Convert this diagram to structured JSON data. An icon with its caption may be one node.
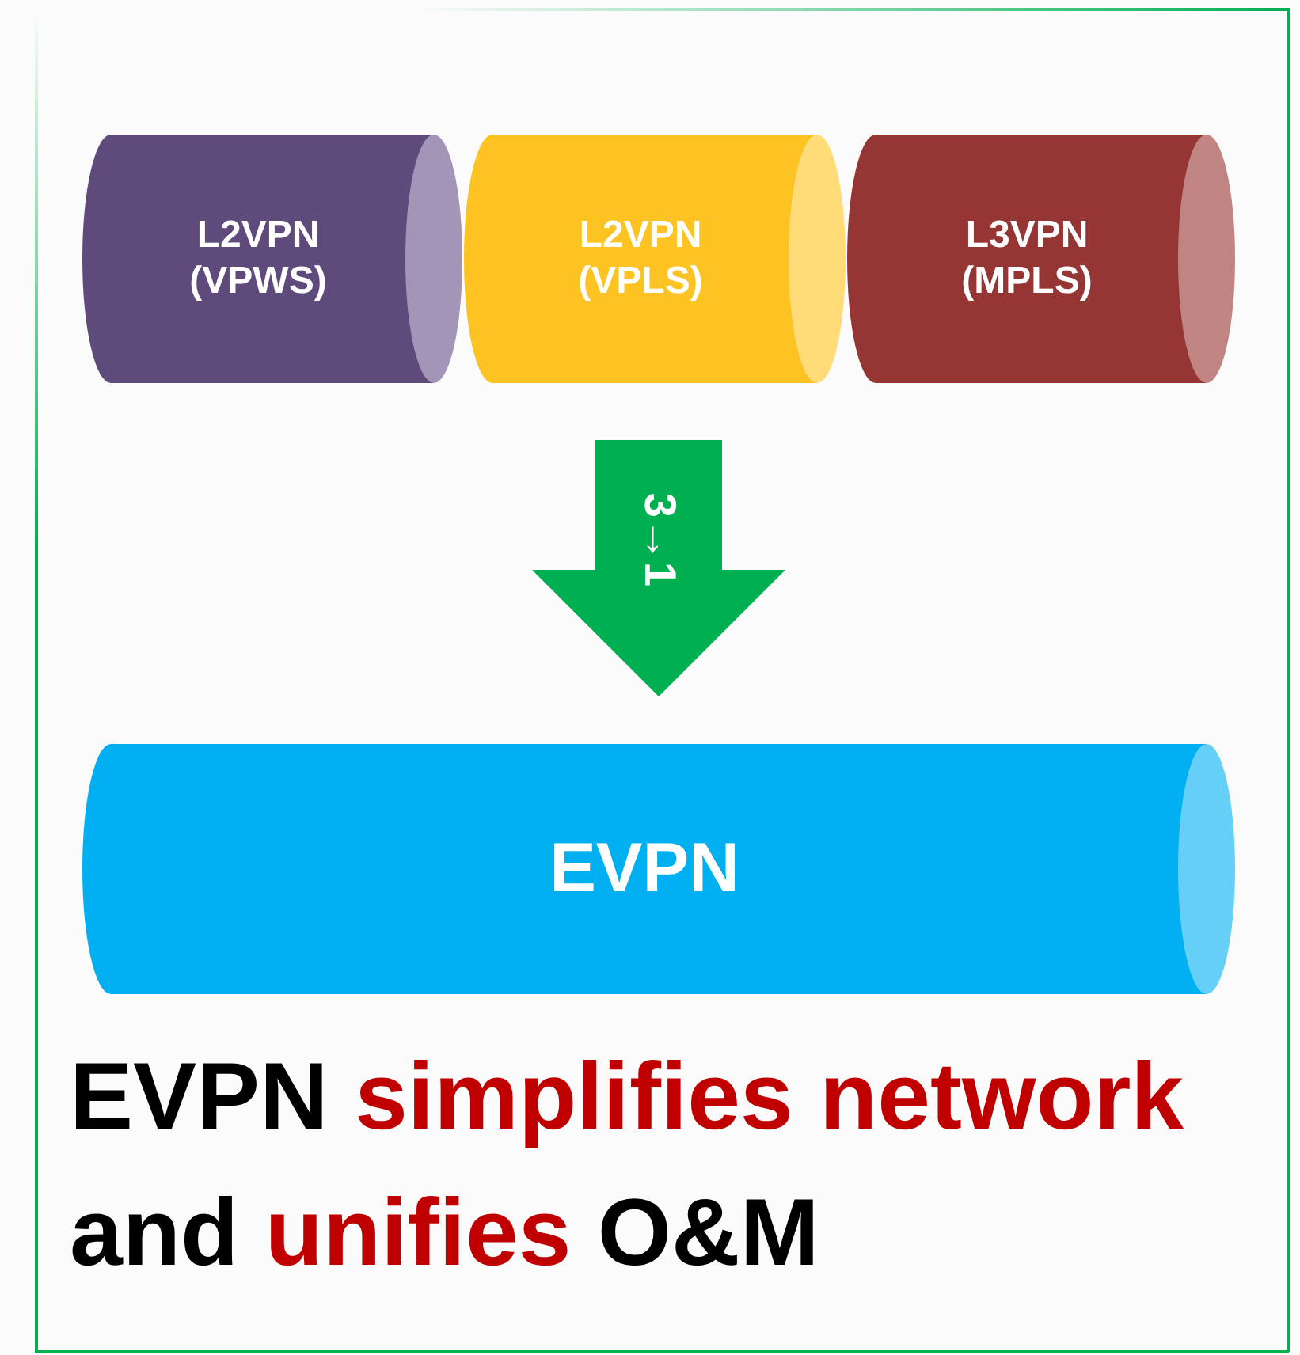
{
  "diagram": {
    "caption": "EVPN **simplifies network** and **unifies** O&M",
    "nodes": [
      {
        "text": [
          "L2VPN (VPWS)"
        ]
      },
      {
        "text": [
          "L2VPN (VPLS)"
        ]
      },
      {
        "text": [
          "L3VPN (MPLS)"
        ]
      },
      {
        "text": [
          "EVPN"
        ]
      }
    ],
    "edges": [
      {
        "from": 1,
        "to": 3,
        "arrow": "to",
        "style": "thick",
        "label": "3→1"
      }
    ]
  }
}
